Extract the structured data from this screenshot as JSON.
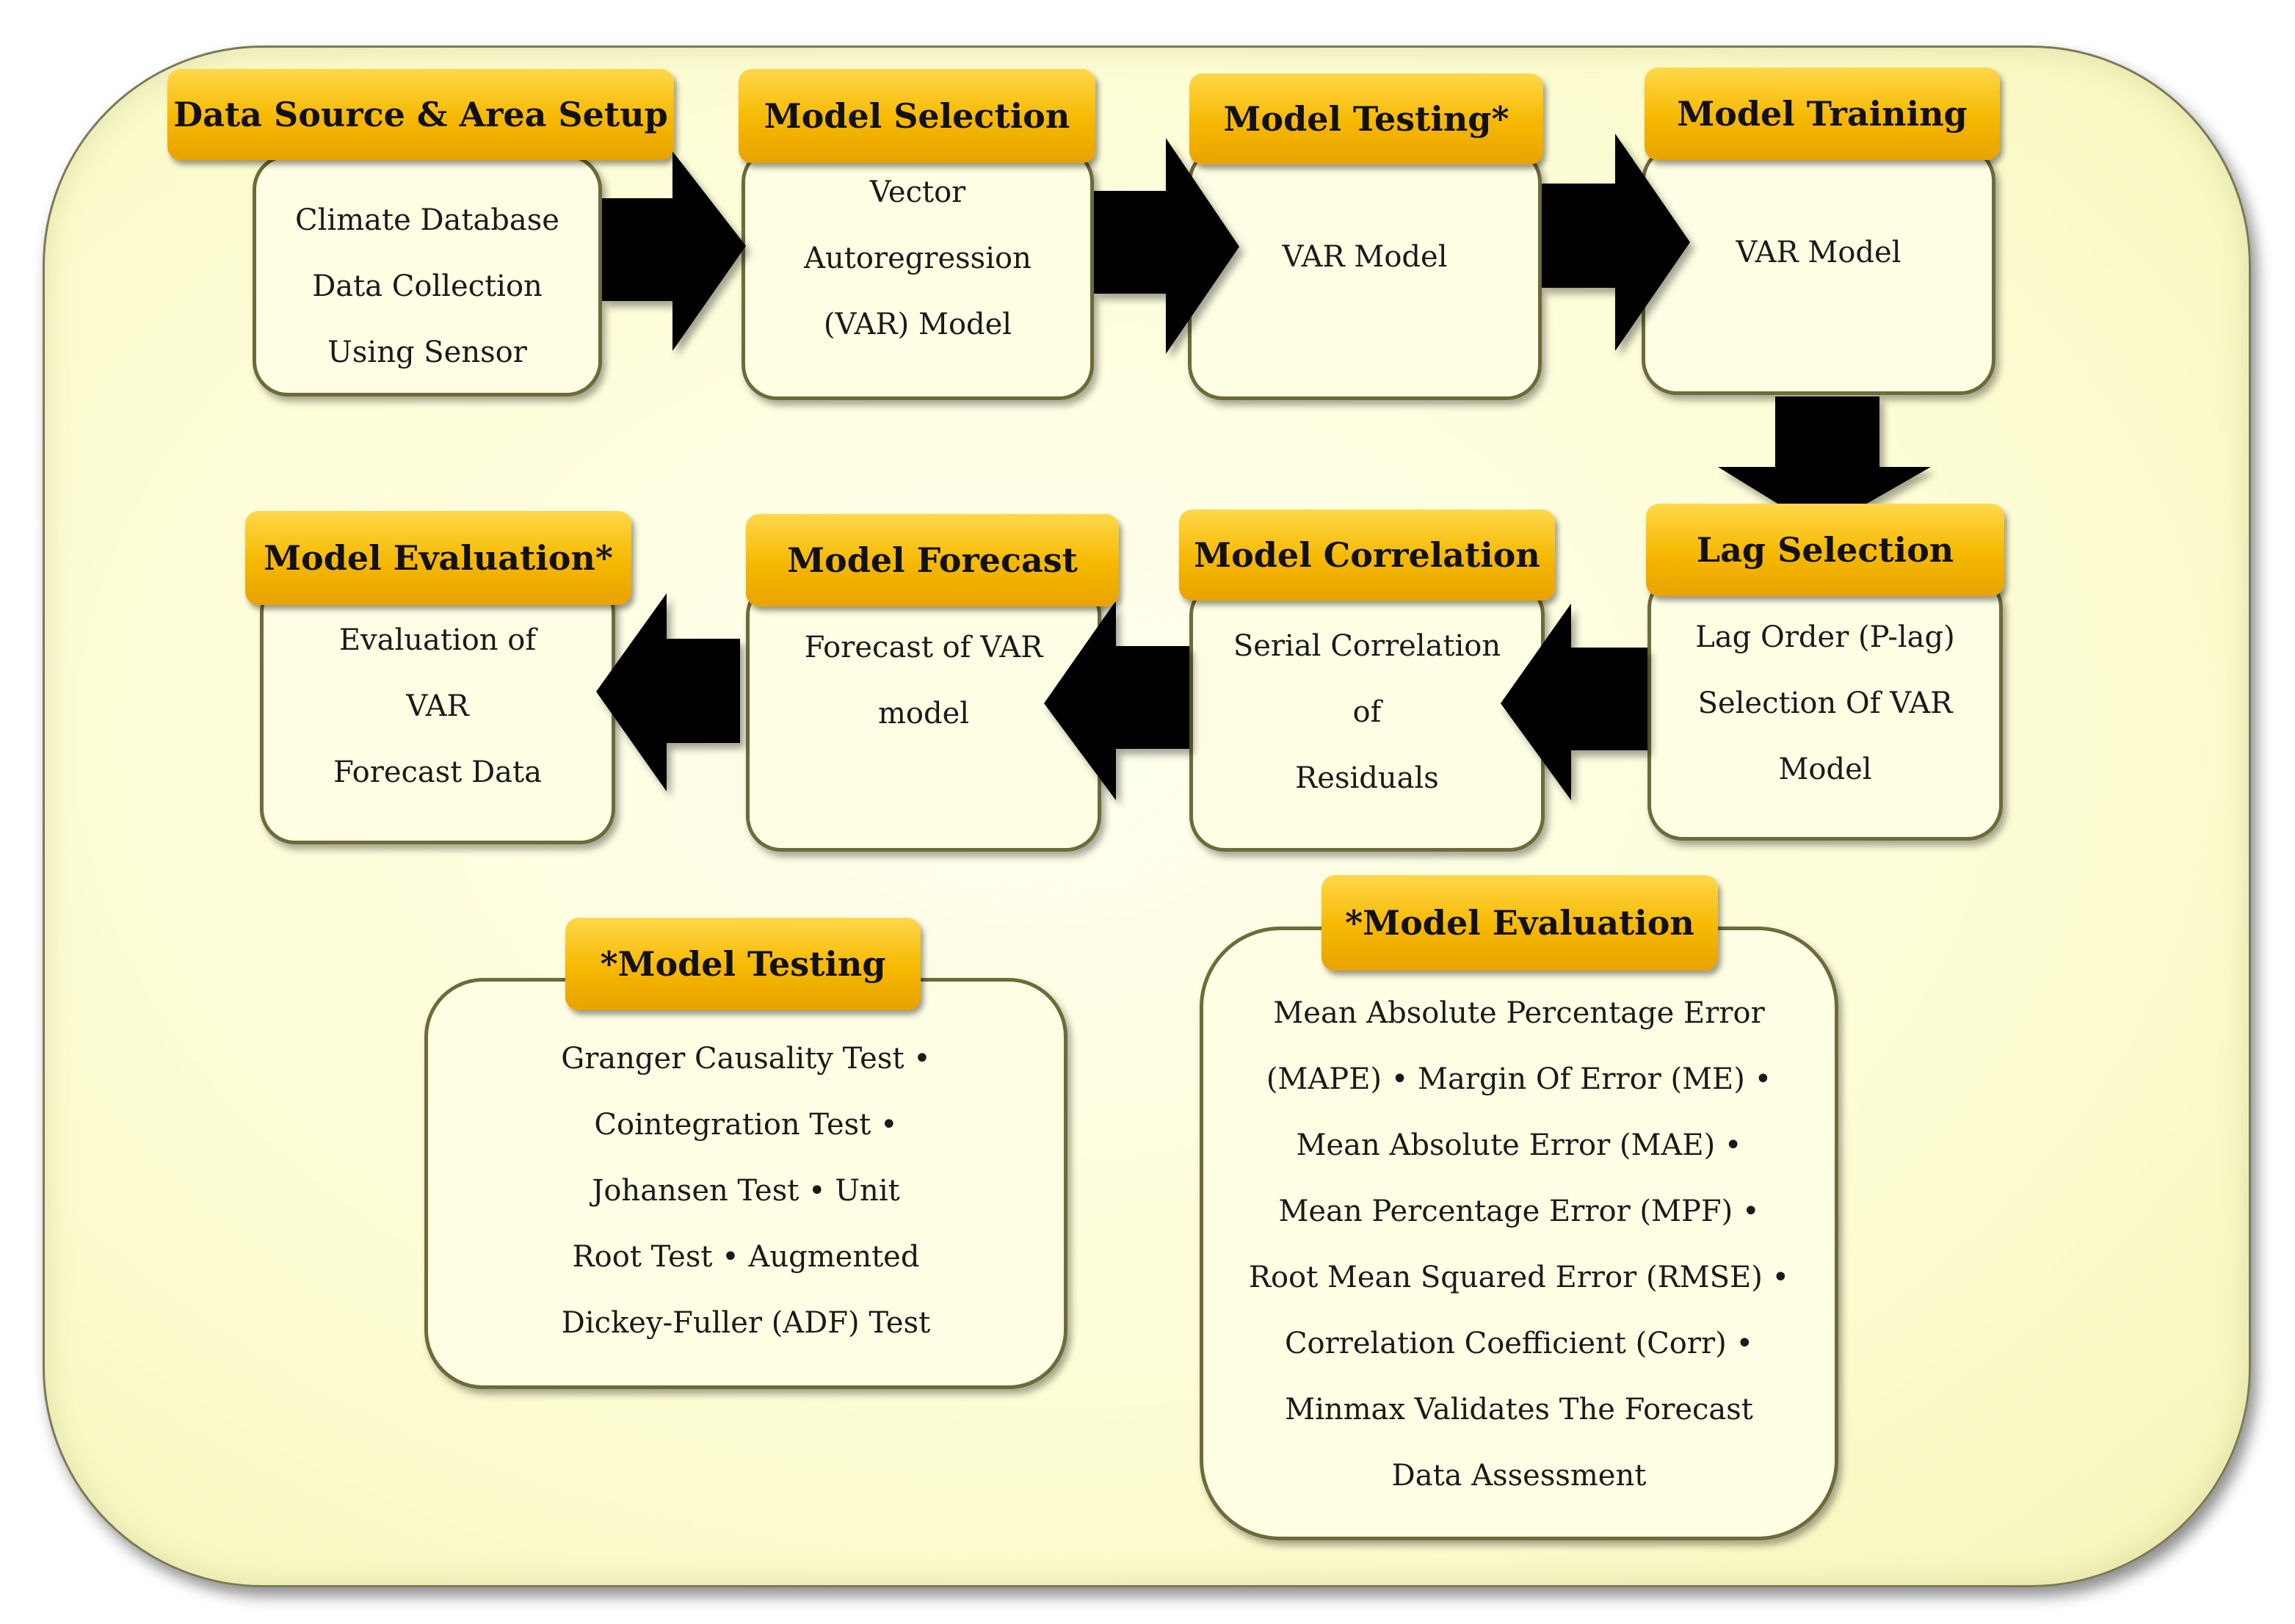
{
  "steps": [
    {
      "title": "Data Source & Area Setup",
      "body": "Climate Database\nData Collection\nUsing Sensor"
    },
    {
      "title": "Model Selection",
      "body": "Vector\nAutoregression\n(VAR) Model"
    },
    {
      "title": "Model Testing*",
      "body": "VAR Model"
    },
    {
      "title": "Model Training",
      "body": "VAR Model"
    },
    {
      "title": "Lag Selection",
      "body": "Lag Order (P-lag)\nSelection Of VAR\nModel"
    },
    {
      "title": "Model Correlation",
      "body": "Serial Correlation\nof\nResiduals"
    },
    {
      "title": "Model Forecast",
      "body": "Forecast of VAR\nmodel"
    },
    {
      "title": "Model Evaluation*",
      "body": "Evaluation of\nVAR\nForecast Data"
    }
  ],
  "legends": {
    "testing": {
      "title": "*Model Testing",
      "body": "Granger Causality Test •\nCointegration Test •\nJohansen Test • Unit\nRoot Test • Augmented\nDickey-Fuller (ADF) Test"
    },
    "evaluation": {
      "title": "*Model Evaluation",
      "body": "Mean Absolute Percentage Error\n(MAPE) • Margin Of Error (ME) •\nMean Absolute Error (MAE) •\nMean Percentage Error (MPF) •\nRoot Mean Squared Error (RMSE) •\nCorrelation Coefficient (Corr) •\nMinmax Validates The Forecast\nData Assessment"
    }
  },
  "colors": {
    "panel_fill": "#fdfdd6",
    "card_fill": "#fefee4",
    "card_border": "#6e6b3a",
    "label_fill": "#f6b800",
    "arrow": "#000000"
  }
}
